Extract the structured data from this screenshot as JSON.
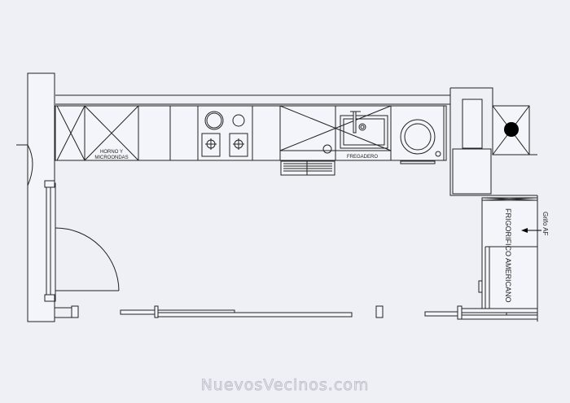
{
  "labels": {
    "oven_line1": "HORNO Y",
    "oven_line2": "MICROONDAS",
    "sink": "FREGADERO",
    "fridge": "FRIGORIFICO AMERICANO",
    "tap": "Grifo AF"
  },
  "watermark": "NuevosVecinos.com"
}
